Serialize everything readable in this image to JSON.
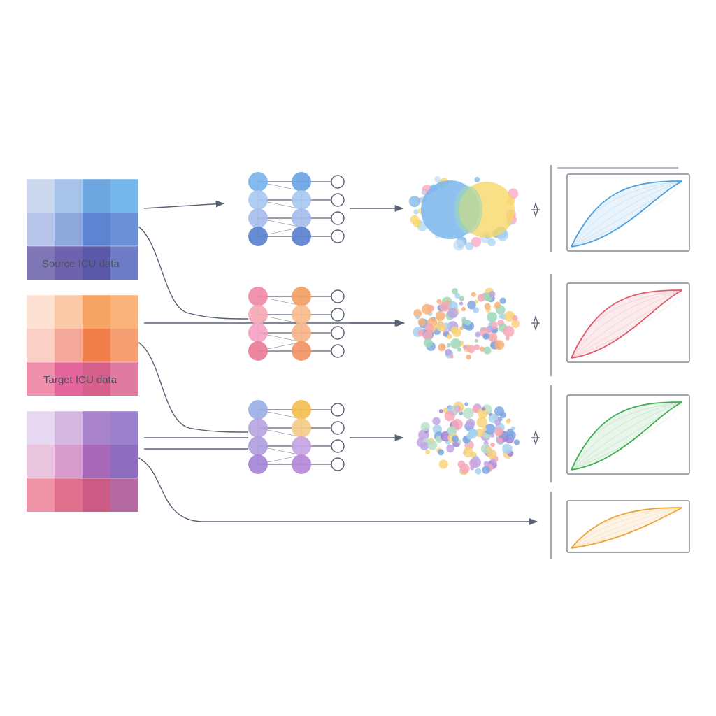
{
  "labels": {
    "source": "Source ICU data",
    "target": "Target ICU data"
  },
  "colors": {
    "connector": "#5a6175",
    "frame": "#6b7280",
    "node_ring": "#5a6175"
  },
  "data_grids": [
    {
      "name": "source",
      "cells": [
        "#cbd8ee",
        "#a9c4ea",
        "#6ea6e0",
        "#74b7ec",
        "#b7c6ea",
        "#8fa8dc",
        "#5c84d0",
        "#6c90d8",
        "#7f76b6",
        "#6e62ae",
        "#5a58a8",
        "#6d7cc4"
      ]
    },
    {
      "name": "target",
      "cells": [
        "#fde2d4",
        "#fbc9a8",
        "#f6a463",
        "#f8b27a",
        "#f9cfc6",
        "#f4a99a",
        "#f07f4c",
        "#f49e72",
        "#ef8fac",
        "#e4649c",
        "#d65f8c",
        "#e07aa0"
      ]
    },
    {
      "name": "mixed",
      "cells": [
        "#e6d8f0",
        "#d4b8e2",
        "#a883cc",
        "#9a7fcc",
        "#eac6de",
        "#d79ccb",
        "#a868b8",
        "#8e6cc0",
        "#ee92a6",
        "#e0708e",
        "#cc5c86",
        "#b46aa0"
      ]
    }
  ],
  "networks": [
    {
      "name": "network-blue",
      "col1": [
        "#7ab4ec",
        "#a9c9f2",
        "#a6bdea",
        "#5b82d0"
      ],
      "col2": [
        "#6aa4e6",
        "#a9c9f2",
        "#a6bdea",
        "#5b82d0"
      ]
    },
    {
      "name": "network-pink",
      "col1": [
        "#f08aa6",
        "#f6a8b6",
        "#f4a3c4",
        "#ec7d98"
      ],
      "col2": [
        "#f4a064",
        "#f8bc8c",
        "#f6b48a",
        "#f29466"
      ]
    },
    {
      "name": "network-purple",
      "col1": [
        "#9ab0e6",
        "#b8a6e0",
        "#b0a0e0",
        "#a584d8"
      ],
      "col2": [
        "#f4be52",
        "#f4cc88",
        "#c6a6e2",
        "#b688d8"
      ]
    }
  ],
  "clusters": [
    {
      "name": "cluster-venn",
      "colors": [
        "#7ab6ec",
        "#a9d4f2",
        "#f7d768",
        "#f9a3c0",
        "#c7dcf4"
      ]
    },
    {
      "name": "cluster-mixed",
      "colors": [
        "#f6a8b8",
        "#f8d37a",
        "#a7d0f0",
        "#b8a6e0",
        "#9fd8b8",
        "#f6b27a",
        "#7ea6e0"
      ]
    },
    {
      "name": "cluster-purple",
      "colors": [
        "#c2a6e4",
        "#f8d37a",
        "#a7d0f0",
        "#f6a8b8",
        "#a584d8",
        "#7ea6e0",
        "#b8e0c8"
      ]
    }
  ],
  "plots": [
    {
      "name": "plot-blue",
      "color": "#4a9fe0"
    },
    {
      "name": "plot-red",
      "color": "#e05a6c"
    },
    {
      "name": "plot-green",
      "color": "#3fae52"
    },
    {
      "name": "plot-orange",
      "color": "#eca43a"
    }
  ]
}
